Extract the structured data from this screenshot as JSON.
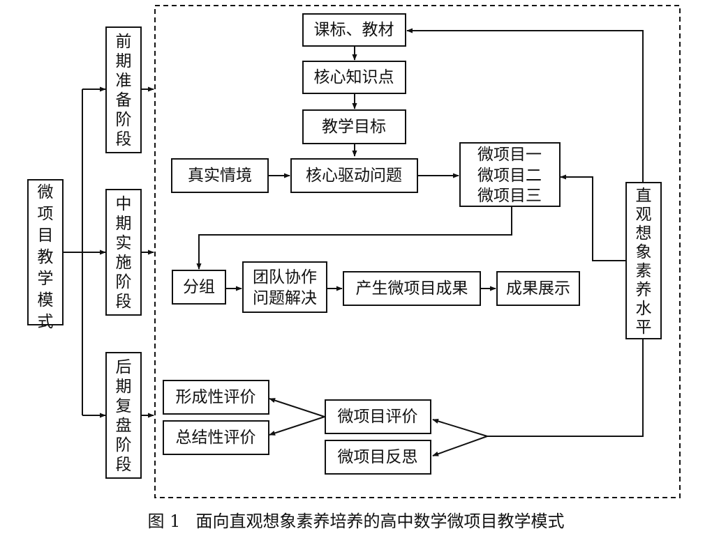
{
  "main": {
    "label": "微项目教学模式"
  },
  "stages": {
    "prep": "前期准备阶段",
    "mid": "中期实施阶段",
    "late": "后期复盘阶段"
  },
  "literacy": "直观想象素养水平",
  "nodes": {
    "curriculum": "课标、教材",
    "knowledge": "核心知识点",
    "goal": "教学目标",
    "situation": "真实情境",
    "driving_question": "核心驱动问题",
    "project1": "微项目一",
    "project2": "微项目二",
    "project3": "微项目三",
    "grouping": "分组",
    "team_line1": "团队协作",
    "team_line2": "问题解决",
    "result": "产生微项目成果",
    "showcase": "成果展示",
    "formative": "形成性评价",
    "summative": "总结性评价",
    "evaluation": "微项目评价",
    "reflection": "微项目反思"
  },
  "caption": {
    "number": "图 1",
    "title": "面向直观想象素养培养的高中数学微项目教学模式"
  }
}
